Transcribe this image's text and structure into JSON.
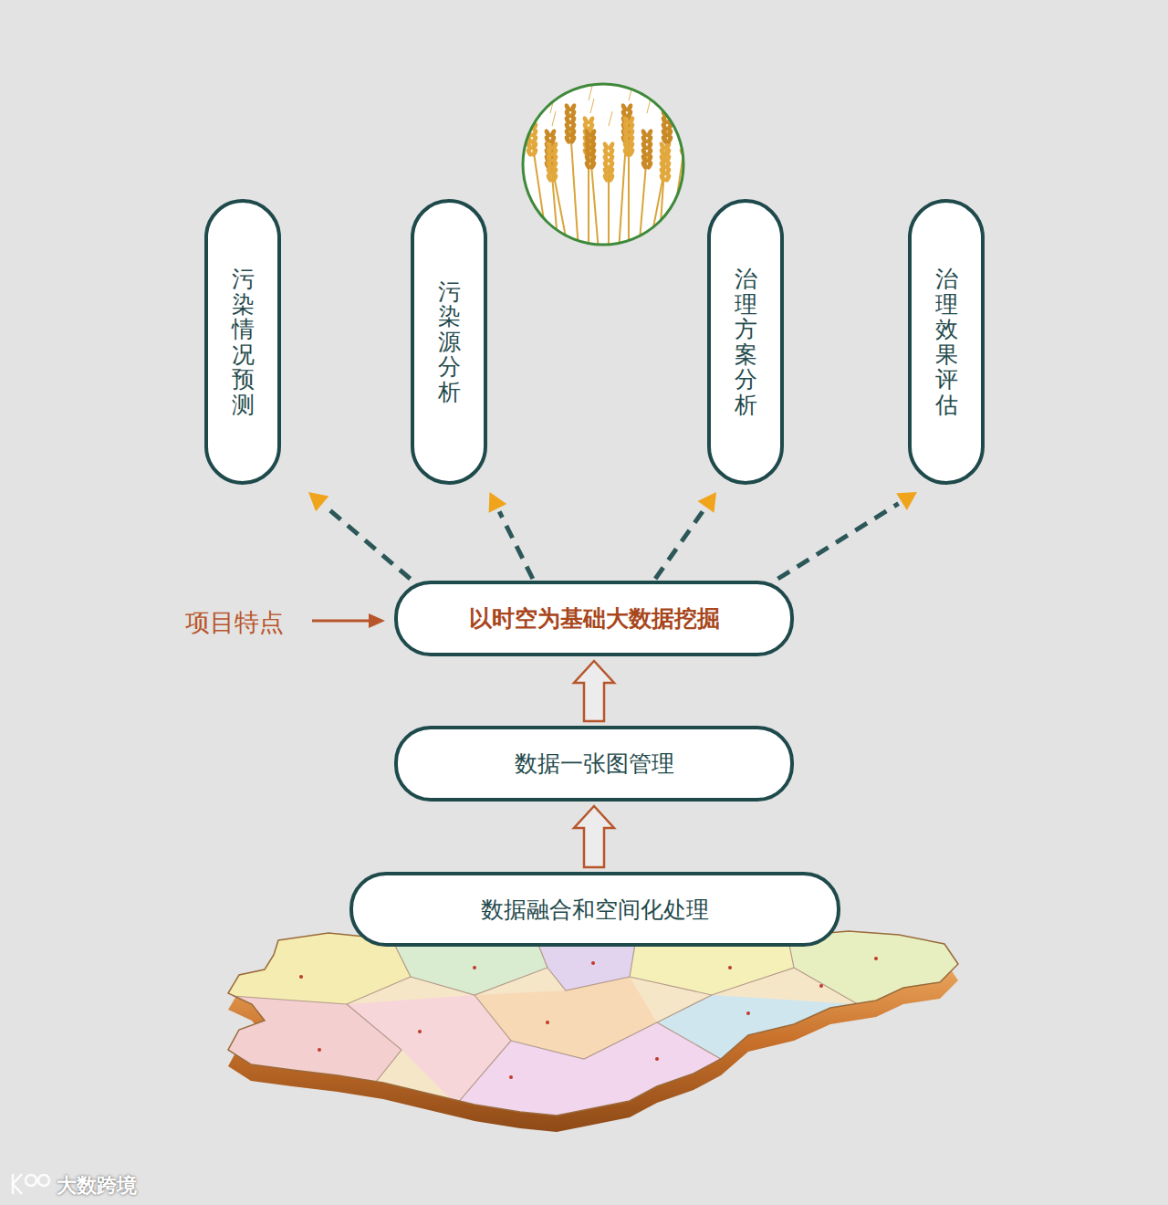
{
  "diagram": {
    "nodes": [
      {
        "text": [
          "污染情况预测"
        ]
      },
      {
        "text": [
          "污染源分析"
        ]
      },
      {
        "text": [
          "治理方案分析"
        ]
      },
      {
        "text": [
          "治理效果评估"
        ]
      },
      {
        "text": [
          "以时空为基础大数据挖掘"
        ]
      },
      {
        "text": [
          "数据一张图管理"
        ]
      },
      {
        "text": [
          "数据融合和空间化处理"
        ]
      }
    ],
    "edges": [
      {
        "from": 4,
        "to": 0,
        "arrow": "to"
      },
      {
        "from": 4,
        "to": 1,
        "arrow": "to"
      },
      {
        "from": 4,
        "to": 2,
        "arrow": "to"
      },
      {
        "from": 4,
        "to": 3,
        "arrow": "to"
      },
      {
        "from": 6,
        "to": 5,
        "arrow": "to"
      },
      {
        "from": 5,
        "to": 4,
        "arrow": "to"
      }
    ],
    "labels": [
      "项目特点",
      "大数跨境"
    ]
  }
}
